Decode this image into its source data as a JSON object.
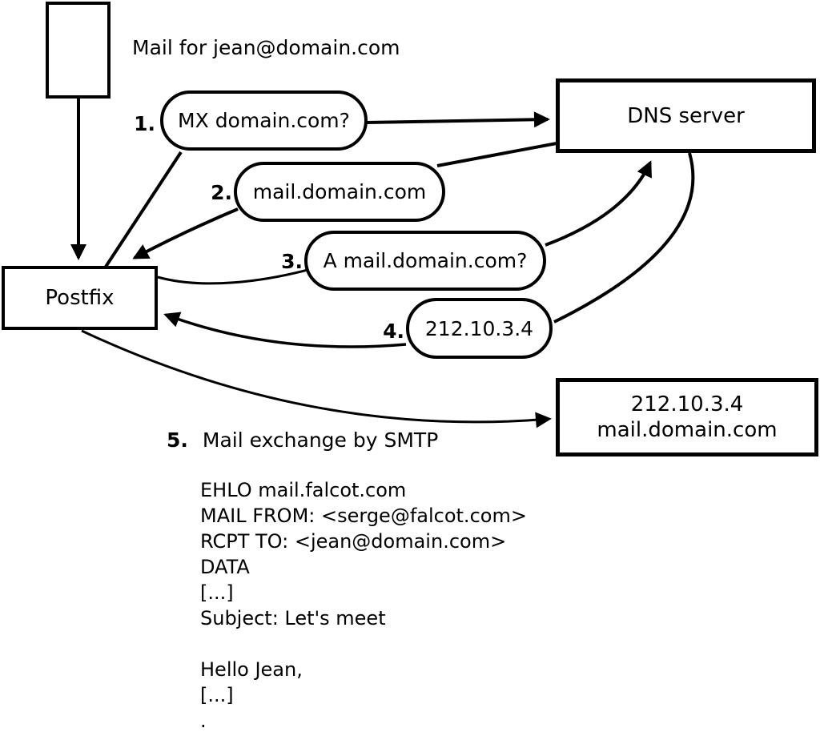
{
  "colors": {
    "stroke": "#000000",
    "background": "#ffffff"
  },
  "nodes": {
    "mail_note": "Mail for jean@domain.com",
    "postfix": "Postfix",
    "dns_server": "DNS server",
    "mail_server": {
      "line1": "212.10.3.4",
      "line2": "mail.domain.com"
    }
  },
  "steps": [
    {
      "num": "1.",
      "label": "MX domain.com?"
    },
    {
      "num": "2.",
      "label": "mail.domain.com"
    },
    {
      "num": "3.",
      "label": "A mail.domain.com?"
    },
    {
      "num": "4.",
      "label": "212.10.3.4"
    },
    {
      "num": "5.",
      "label": "Mail exchange by SMTP"
    }
  ],
  "smtp_session": {
    "lines": [
      "EHLO mail.falcot.com",
      "MAIL FROM: <serge@falcot.com>",
      "RCPT TO: <jean@domain.com>",
      "DATA",
      "[...]",
      "Subject: Let's meet",
      "",
      "Hello Jean,",
      "[...]",
      "."
    ]
  }
}
